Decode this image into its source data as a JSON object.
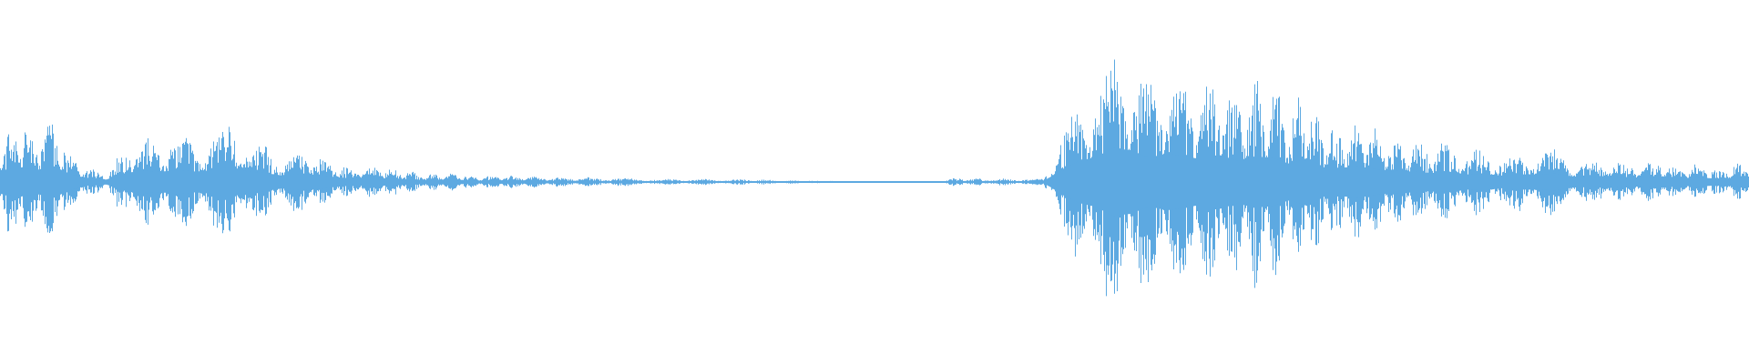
{
  "waveform": {
    "color": "#5DA9E1",
    "background": "#FFFFFF",
    "envelope": [
      0.3,
      0.44,
      0.34,
      0.46,
      0.22,
      0.1,
      0.07,
      0.25,
      0.33,
      0.29,
      0.35,
      0.3,
      0.34,
      0.44,
      0.3,
      0.26,
      0.18,
      0.24,
      0.2,
      0.14,
      0.1,
      0.12,
      0.1,
      0.08,
      0.06,
      0.07,
      0.06,
      0.04,
      0.05,
      0.05,
      0.04,
      0.04,
      0.03,
      0.035,
      0.03,
      0.03,
      0.025,
      0.02,
      0.02,
      0.02,
      0.02,
      0.018,
      0.02,
      0.018,
      0.015,
      0.012,
      0.01,
      0.008,
      0.006,
      0.006,
      0.006,
      0.006,
      0.005,
      0.005,
      0.03,
      0.025,
      0.025,
      0.025,
      0.022,
      0.025,
      0.3,
      0.6,
      0.72,
      0.98,
      0.92,
      0.7,
      0.82,
      0.74,
      0.66,
      0.78,
      0.62,
      0.74,
      0.7,
      0.52,
      0.7,
      0.4,
      0.42,
      0.44,
      0.36,
      0.32,
      0.3,
      0.26,
      0.3,
      0.22,
      0.24,
      0.18,
      0.22,
      0.22,
      0.24,
      0.16,
      0.14,
      0.18,
      0.12,
      0.14,
      0.16,
      0.1,
      0.14,
      0.1,
      0.12,
      0.16
    ]
  }
}
